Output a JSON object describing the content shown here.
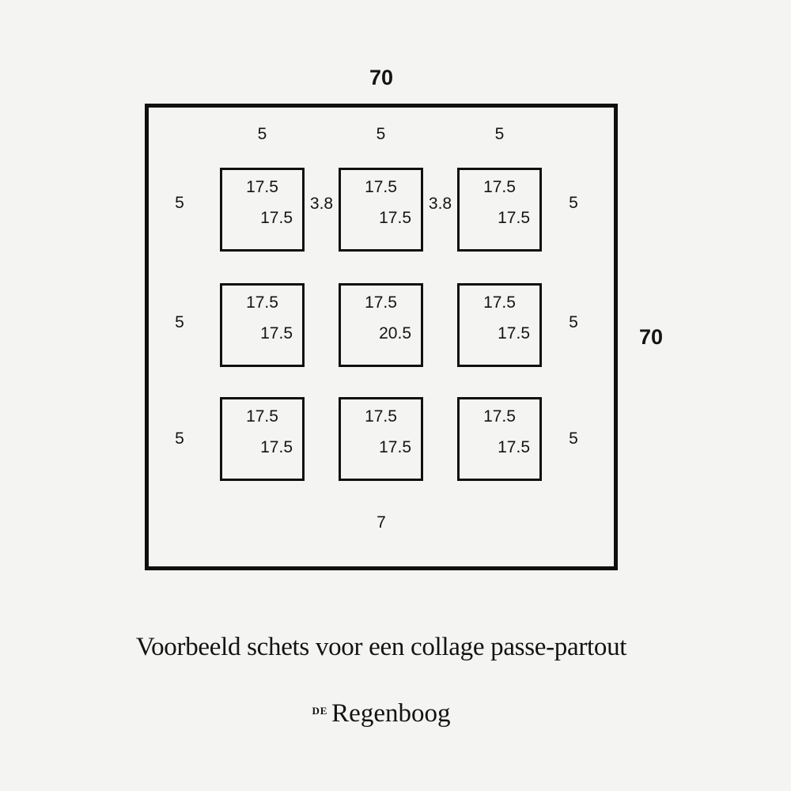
{
  "colors": {
    "background": "#f4f4f2",
    "line": "#101010",
    "text": "#141414"
  },
  "diagram": {
    "outer_width_label": "70",
    "outer_height_label": "70",
    "top_margin_labels": [
      "5",
      "5",
      "5"
    ],
    "left_margin_labels": [
      "5",
      "5",
      "5"
    ],
    "right_margin_labels": [
      "5",
      "5",
      "5"
    ],
    "row1_gap_labels": [
      "3.8",
      "3.8"
    ],
    "bottom_margin_label": "7",
    "cells": [
      {
        "width_label": "17.5",
        "height_label": "17.5"
      },
      {
        "width_label": "17.5",
        "height_label": "17.5"
      },
      {
        "width_label": "17.5",
        "height_label": "17.5"
      },
      {
        "width_label": "17.5",
        "height_label": "17.5"
      },
      {
        "width_label": "17.5",
        "height_label": "20.5"
      },
      {
        "width_label": "17.5",
        "height_label": "17.5"
      },
      {
        "width_label": "17.5",
        "height_label": "17.5"
      },
      {
        "width_label": "17.5",
        "height_label": "17.5"
      },
      {
        "width_label": "17.5",
        "height_label": "17.5"
      }
    ]
  },
  "caption": "Voorbeeld schets voor een collage passe-partout",
  "logo": {
    "prefix": "DE",
    "name": "Regenboog"
  }
}
